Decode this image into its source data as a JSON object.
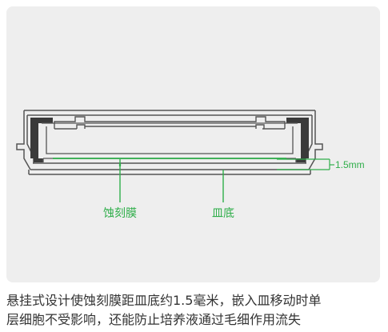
{
  "diagram": {
    "label_membrane": "蚀刻膜",
    "label_dish_bottom": "皿底",
    "label_gap": "1.5mm",
    "colors": {
      "background": "#eeeeee",
      "outline": "#555555",
      "insert_wall": "#3a3a3a",
      "accent_green": "#2fae4a",
      "caption_text": "#333333"
    }
  },
  "caption": {
    "line1": "悬挂式设计使蚀刻膜距皿底约1.5毫米，嵌入皿移动时单",
    "line2": "层细胞不受影响，还能防止培养液通过毛细作用流失"
  }
}
